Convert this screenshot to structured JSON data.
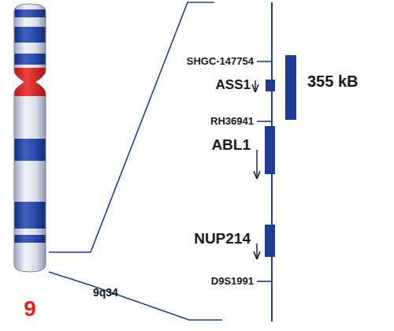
{
  "diagram": {
    "labels": [
      "SHGC-147754",
      "ASS1",
      "RH36941",
      "ABL1",
      "NUP214",
      "D9S1991",
      "355 kB",
      "9q34",
      "9"
    ]
  }
}
